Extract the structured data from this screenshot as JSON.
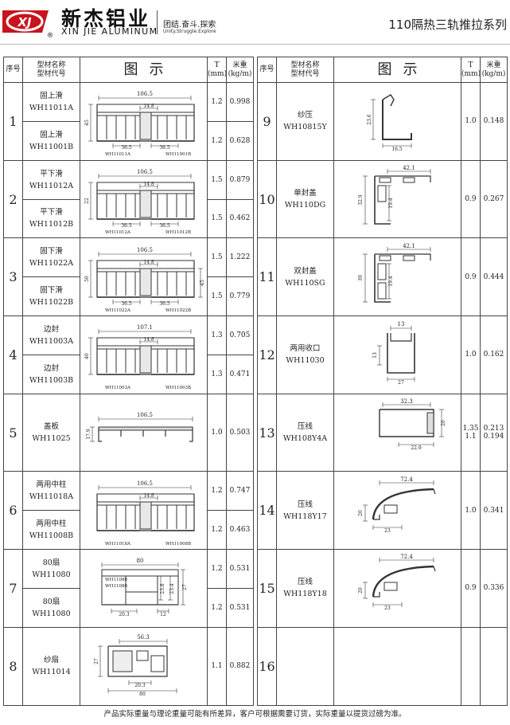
{
  "header": {
    "logo_letters": "XJ",
    "brand_cn": "新杰铝业",
    "brand_en": "XIN JIE ALUMINUM",
    "registered": "®",
    "slogan_cn": "团结.奋斗.探索",
    "slogan_en": "Unity.Struggle.Explore",
    "series_title": "110隔热三轨推拉系列"
  },
  "columns": {
    "seq": "序号",
    "name": "型材名称\n型材代号",
    "figure": "图示",
    "thickness": "T\n(mm)",
    "weight": "米重\n(kg/m)"
  },
  "left_rows": [
    {
      "no": "1",
      "profiles": [
        {
          "name": "固上滑\nWH11011A",
          "t": "1.2",
          "w": "0.998"
        },
        {
          "name": "固上滑\nWH11001B",
          "t": "1.2",
          "w": "0.628"
        }
      ],
      "fig": {
        "type": "h",
        "top": "106.5",
        "mid": "14.8",
        "left": "45",
        "b1": "36.5",
        "b2": "36.5",
        "c1": "WH11011A",
        "c2": "WH11001B"
      }
    },
    {
      "no": "2",
      "profiles": [
        {
          "name": "平下滑\nWH11012A",
          "t": "1.5",
          "w": "0.879"
        },
        {
          "name": "平下滑\nWH11012B",
          "t": "1.5",
          "w": "0.462"
        }
      ],
      "fig": {
        "type": "h",
        "top": "106.5",
        "mid": "14.8",
        "left": "22",
        "b1": "36.5",
        "b2": "36.5",
        "c1": "WH11012A",
        "c2": "WH11012B"
      }
    },
    {
      "no": "3",
      "profiles": [
        {
          "name": "固下滑\nWH11022A",
          "t": "1.5",
          "w": "1.222"
        },
        {
          "name": "固下滑\nWH11022B",
          "t": "1.5",
          "w": "0.779"
        }
      ],
      "fig": {
        "type": "h",
        "top": "106.5",
        "mid": "14.8",
        "left": "50",
        "right": "45",
        "b1": "36.5",
        "b2": "36.5",
        "c1": "WH11022A",
        "c2": "WH11022B"
      }
    },
    {
      "no": "4",
      "profiles": [
        {
          "name": "边封\nWH11003A",
          "t": "1.3",
          "w": "0.705"
        },
        {
          "name": "边封\nWH11003B",
          "t": "1.3",
          "w": "0.471"
        }
      ],
      "fig": {
        "type": "h",
        "top": "107.1",
        "mid": "14.8",
        "left": "40",
        "c1": "WH11003A",
        "c2": "WH11003B"
      }
    },
    {
      "no": "5",
      "profiles": [
        {
          "name": "盖板\nWH11025",
          "t": "1.0",
          "w": "0.503"
        }
      ],
      "fig": {
        "type": "plate",
        "top": "106.5",
        "left": "17.9"
      }
    },
    {
      "no": "6",
      "profiles": [
        {
          "name": "两用中柱\nWH11018A",
          "t": "1.2",
          "w": "0.747"
        },
        {
          "name": "两用中柱\nWH11008B",
          "t": "1.2",
          "w": "0.463"
        }
      ],
      "fig": {
        "type": "h",
        "top": "106.5",
        "mid": "14.8",
        "c1": "WH11018A",
        "c2": "WH11008B"
      }
    },
    {
      "no": "7",
      "profiles": [
        {
          "name": "80扇\nWH11080",
          "t": "1.2",
          "w": "0.531"
        },
        {
          "name": "80扇\nWH11080",
          "t": "1.2",
          "w": "0.531"
        }
      ],
      "fig": {
        "type": "sash",
        "top": "80",
        "d1": "23.8",
        "d2": "23.4",
        "d3": "27",
        "b1": "20.3",
        "b2": "12",
        "c1": "WH11080",
        "c2": "WH11080"
      }
    },
    {
      "no": "8",
      "profiles": [
        {
          "name": "纱扇\nWH11014",
          "t": "1.1",
          "w": "0.882"
        }
      ],
      "fig": {
        "type": "screen",
        "top": "56.3",
        "left": "27",
        "b1": "20.3",
        "b2": "80"
      }
    }
  ],
  "right_rows": [
    {
      "no": "9",
      "name": "纱压\nWH10815Y",
      "t": "1.0",
      "w": "0.148",
      "fig": {
        "type": "bead",
        "a": "23.6",
        "b": "16.5"
      }
    },
    {
      "no": "10",
      "name": "单封盖\nWH110DG",
      "t": "0.9",
      "w": "0.267",
      "fig": {
        "type": "cap",
        "a": "42.1",
        "b": "32.9",
        "c": "19.4"
      }
    },
    {
      "no": "11",
      "name": "双封盖\nWH110SG",
      "t": "0.9",
      "w": "0.444",
      "fig": {
        "type": "cap2",
        "a": "42.1",
        "b": "39",
        "c": "19.4"
      }
    },
    {
      "no": "12",
      "name": "两用收口\nWH11030",
      "t": "1.0",
      "w": "0.162",
      "fig": {
        "type": "closer",
        "a": "13",
        "b": "13",
        "c": "27"
      }
    },
    {
      "no": "13",
      "name": "压线\nWH108Y4A",
      "t": "1.35\n1.1",
      "w": "0.213\n0.194",
      "fig": {
        "type": "box",
        "a": "32.3",
        "b": "20",
        "c": "22.9"
      }
    },
    {
      "no": "14",
      "name": "压线\nWH118Y17",
      "t": "1.0",
      "w": "0.341",
      "fig": {
        "type": "curve",
        "a": "72.4",
        "b": "20",
        "c": "23"
      }
    },
    {
      "no": "15",
      "name": "压线\nWH118Y18",
      "t": "0.9",
      "w": "0.336",
      "fig": {
        "type": "curve2",
        "a": "72.4",
        "b": "20",
        "c": "23"
      }
    },
    {
      "no": "16",
      "name": "",
      "t": "",
      "w": "",
      "fig": {
        "type": "none"
      }
    }
  ],
  "footer": "产品实际重量与理论重量可能有所差异，客户可根据需要订货，实际重量以提货过磅为准。"
}
